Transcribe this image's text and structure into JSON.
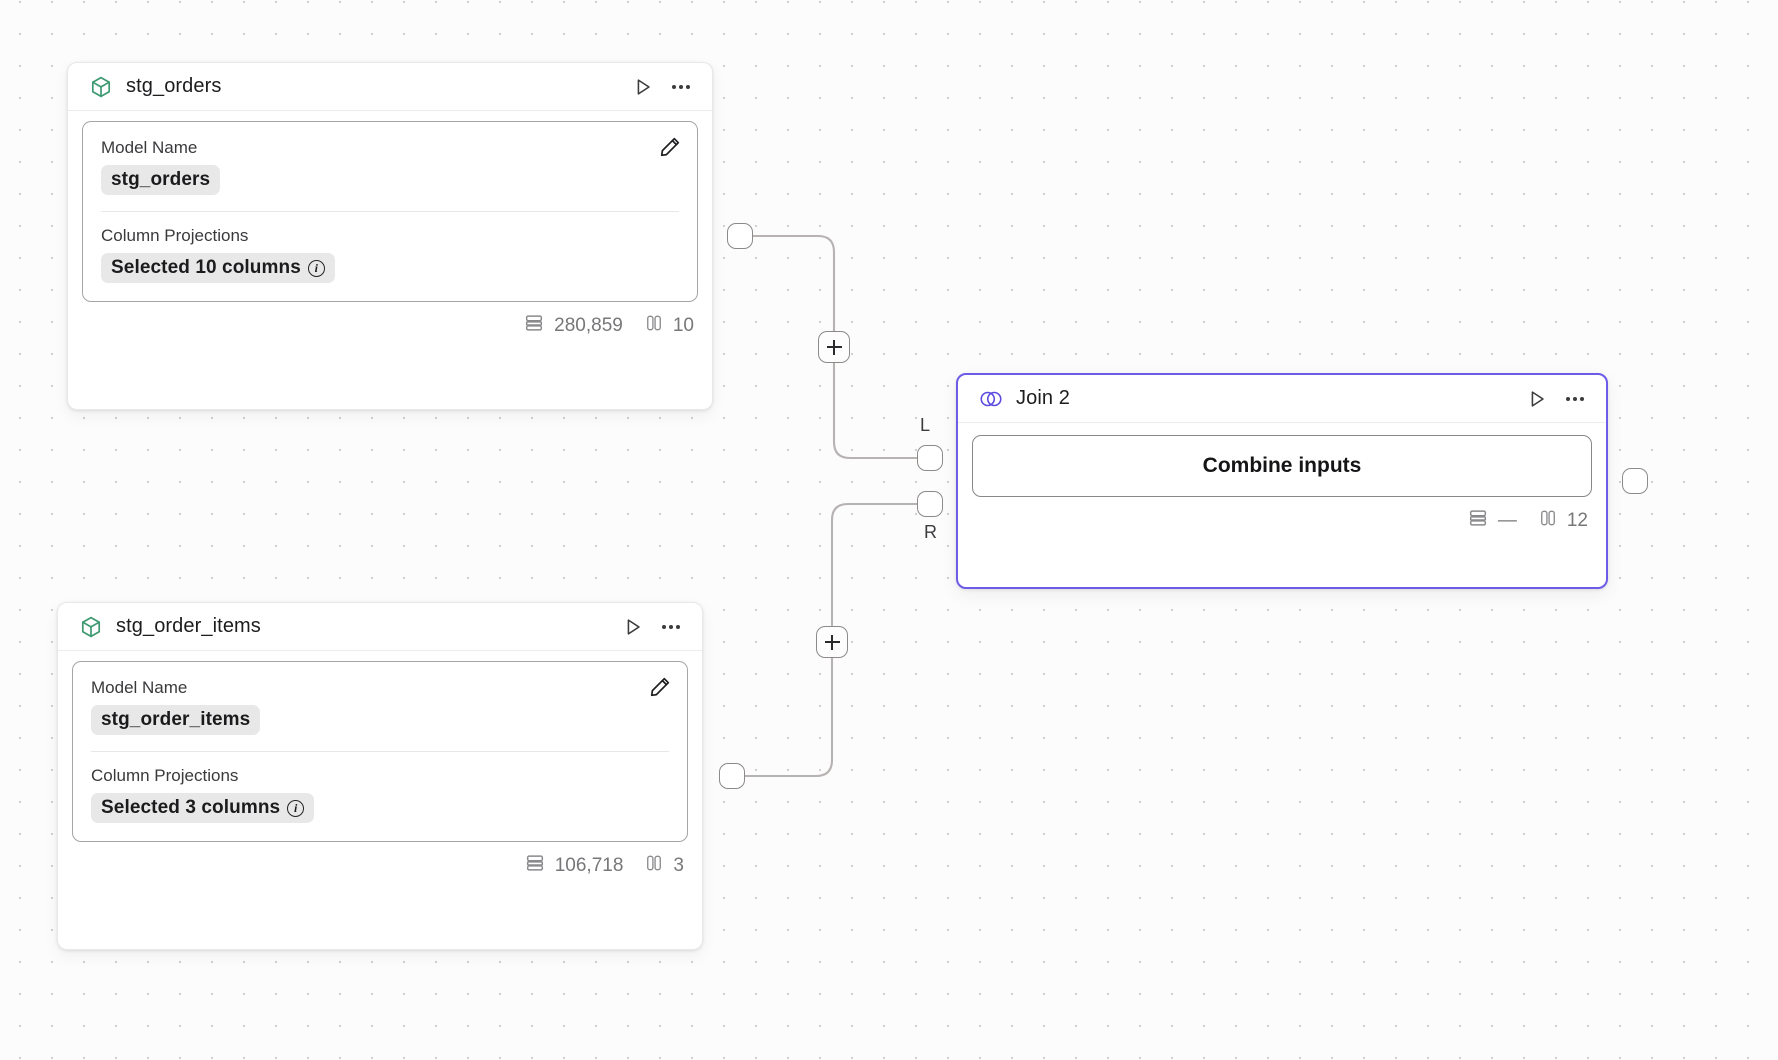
{
  "canvas": {
    "background_color": "#fcfcfc",
    "grid_dot_color": "#d0d0d3",
    "grid_spacing": 32
  },
  "accent_color": "#6c5ce7",
  "model_icon_color": "#3d9970",
  "nodes": [
    {
      "id": "stg_orders",
      "type": "model",
      "title": "stg_orders",
      "icon": "cube-icon",
      "run_label": "Run",
      "menu_label": "More options",
      "fields": [
        {
          "label": "Model Name",
          "value": "stg_orders"
        },
        {
          "label": "Column Projections",
          "value": "Selected 10 columns",
          "has_info": true
        }
      ],
      "stats": {
        "rows": "280,859",
        "columns": "10"
      }
    },
    {
      "id": "stg_order_items",
      "type": "model",
      "title": "stg_order_items",
      "icon": "cube-icon",
      "run_label": "Run",
      "menu_label": "More options",
      "fields": [
        {
          "label": "Model Name",
          "value": "stg_order_items"
        },
        {
          "label": "Column Projections",
          "value": "Selected 3 columns",
          "has_info": true
        }
      ],
      "stats": {
        "rows": "106,718",
        "columns": "3"
      }
    },
    {
      "id": "join_2",
      "type": "join",
      "title": "Join 2",
      "icon": "venn-icon",
      "selected": true,
      "run_label": "Run",
      "menu_label": "More options",
      "action_label": "Combine inputs",
      "input_ports": [
        {
          "key": "L",
          "label": "L"
        },
        {
          "key": "R",
          "label": "R"
        }
      ],
      "stats": {
        "rows": "—",
        "columns": "12"
      }
    }
  ],
  "edges": [
    {
      "id": "edge-orders-to-join-L",
      "from": "stg_orders",
      "to": "join_2",
      "to_port": "L",
      "add_label": "+"
    },
    {
      "id": "edge-order-items-to-join-R",
      "from": "stg_order_items",
      "to": "join_2",
      "to_port": "R",
      "add_label": "+"
    }
  ]
}
